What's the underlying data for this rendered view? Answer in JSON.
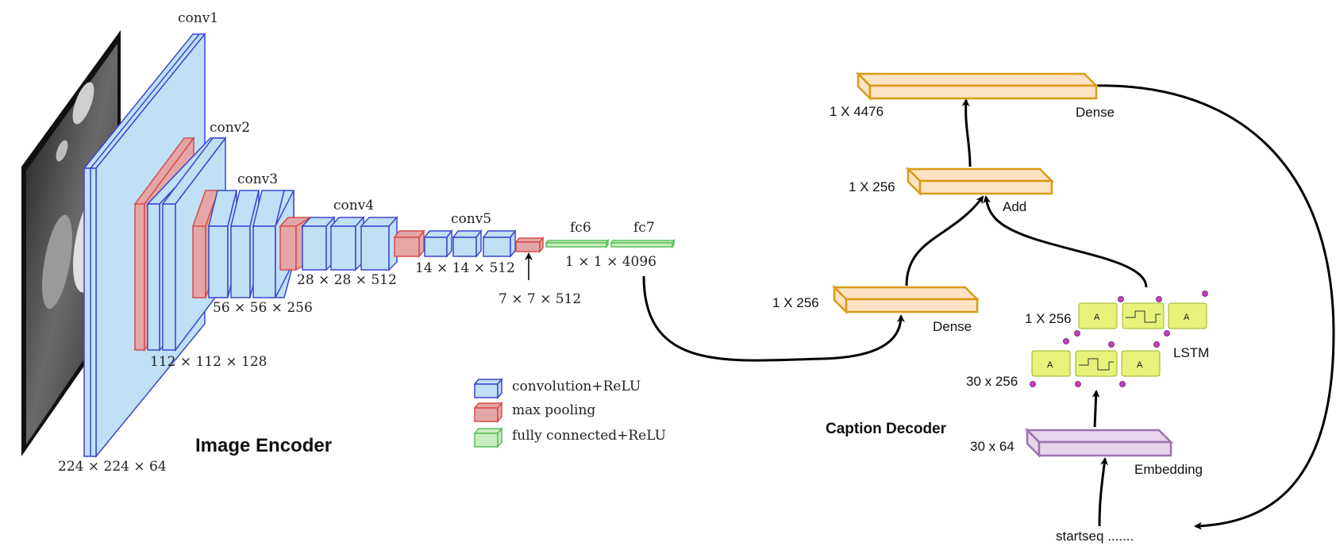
{
  "colors": {
    "conv_fill": "#bfe0f5",
    "conv_stroke": "#3c46cf",
    "pool_fill": "#e4a6a6",
    "pool_stroke": "#d94c4c",
    "fc_fill": "#c8edc0",
    "fc_stroke": "#5bbf5b",
    "dense_fill": "#fde3c4",
    "dense_stroke": "#d99a16",
    "embed_fill": "#e6d5ec",
    "embed_stroke": "#9b72b0",
    "lstm_fill": "#e6f27a",
    "lstm_stroke": "#9fb023",
    "lstm_gate": "#c43ec1"
  },
  "encoder": {
    "title": "Image Encoder",
    "layers": {
      "conv1": "conv1",
      "conv2": "conv2",
      "conv3": "conv3",
      "conv4": "conv4",
      "conv5": "conv5",
      "fc6": "fc6",
      "fc7": "fc7"
    },
    "dims": {
      "d224": "224 × 224 × 64",
      "d112": "112 × 112 × 128",
      "d56": "56 × 56 × 256",
      "d28": "28 × 28 × 512",
      "d14": "14 × 14 × 512",
      "d7": "7 × 7 × 512",
      "d1": "1 × 1 × 4096"
    },
    "legend": [
      {
        "label": "convolution+ReLU",
        "kind": "conv"
      },
      {
        "label": "max pooling",
        "kind": "pool"
      },
      {
        "label": "fully connected+ReLU",
        "kind": "fc"
      }
    ]
  },
  "decoder": {
    "title": "Caption Decoder",
    "dense_top": {
      "dim": "1 X 4476",
      "name": "Dense"
    },
    "add": {
      "dim": "1 X 256",
      "name": "Add"
    },
    "dense_mid": {
      "dim": "1 X 256",
      "name": "Dense"
    },
    "lstm": {
      "dim_top": "1 X 256",
      "dim_bottom": "30 x 256",
      "name": "LSTM",
      "cell": "A"
    },
    "embedding": {
      "dim": "30 x 64",
      "name": "Embedding"
    },
    "input": "startseq ......."
  }
}
